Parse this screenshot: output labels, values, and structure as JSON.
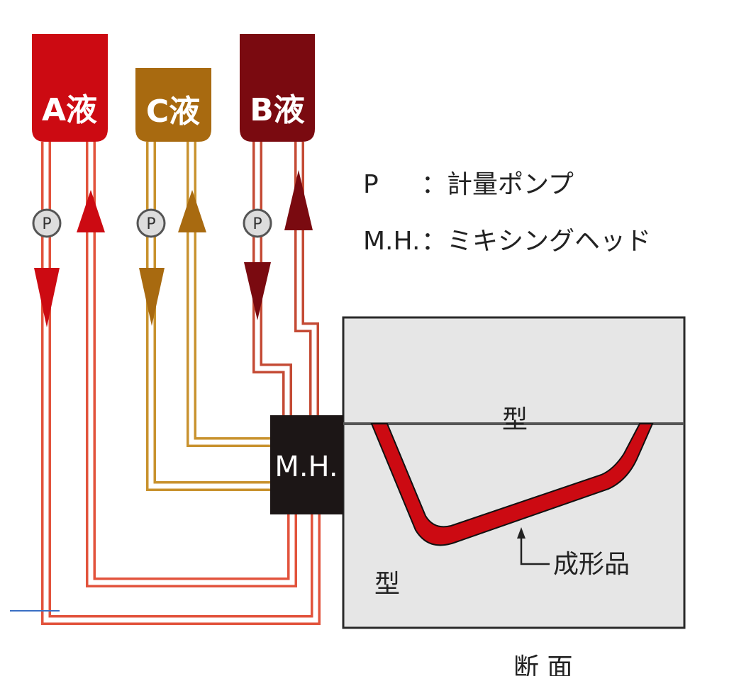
{
  "colors": {
    "a_liquid": "#cc0a12",
    "b_liquid": "#7a0a10",
    "c_liquid": "#a86a10",
    "a_pipe": "#e2533c",
    "b_pipe": "#c44a34",
    "c_pipe": "#c8922e",
    "mold_fill": "#e6e6e6",
    "mold_border": "#2a2a2a",
    "mixing_head": "#1c1616",
    "product": "#cc0a12"
  },
  "tanks": {
    "a": {
      "label": "A液"
    },
    "c": {
      "label": "C液"
    },
    "b": {
      "label": "B液"
    }
  },
  "pump": {
    "symbol": "P"
  },
  "legend": {
    "pump_key": "P",
    "pump_desc": "：計量ポンプ",
    "mh_key": "M.H.",
    "mh_desc": "：ミキシングヘッド"
  },
  "mixing_head": {
    "label": "M.H."
  },
  "mold": {
    "upper_label": "型",
    "lower_label": "型",
    "product_label": "成形品"
  },
  "caption": "断 面",
  "icons": {
    "pump": "pump-circle-icon",
    "flow_down": "arrow-down-icon",
    "flow_up": "arrow-up-icon"
  }
}
